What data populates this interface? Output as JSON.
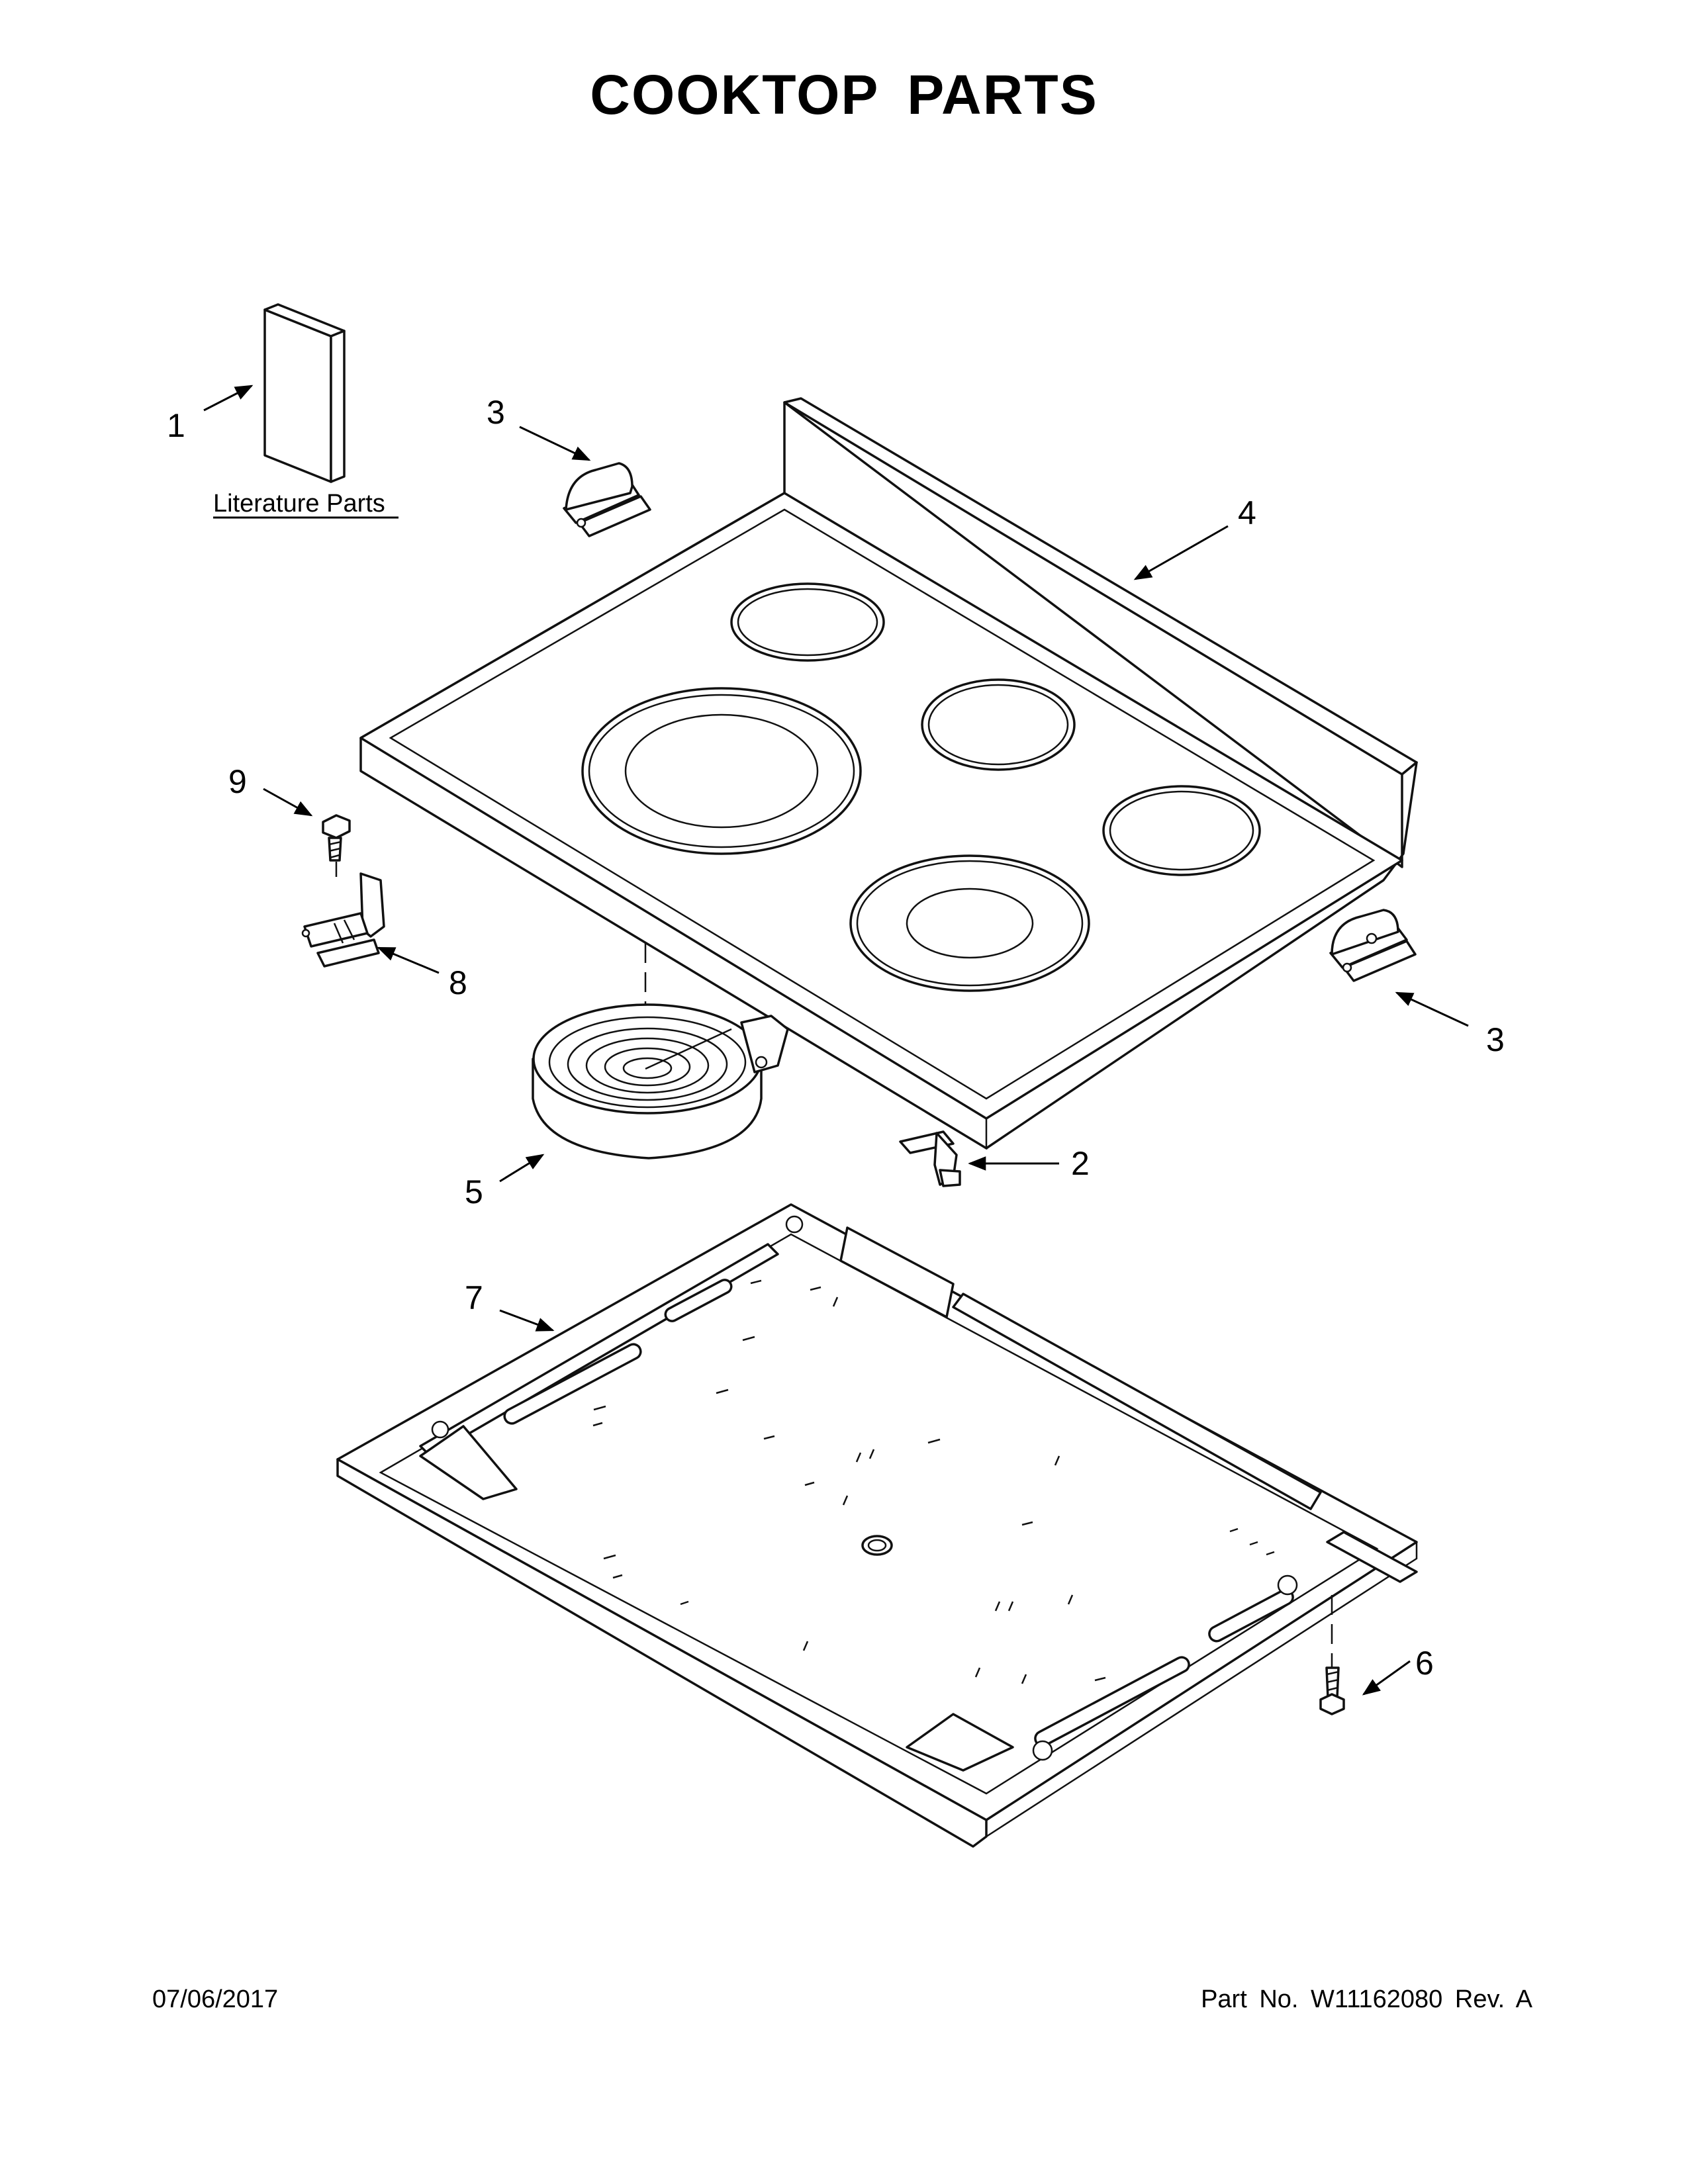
{
  "title": "COOKTOP PARTS",
  "literature_label": "Literature Parts",
  "callouts": {
    "c1": "1",
    "c2": "2",
    "c3a": "3",
    "c3b": "3",
    "c4": "4",
    "c5": "5",
    "c6": "6",
    "c7": "7",
    "c8": "8",
    "c9": "9"
  },
  "footer": {
    "date": "07/06/2017",
    "part_number": "Part No.  W11162080  Rev.  A"
  }
}
